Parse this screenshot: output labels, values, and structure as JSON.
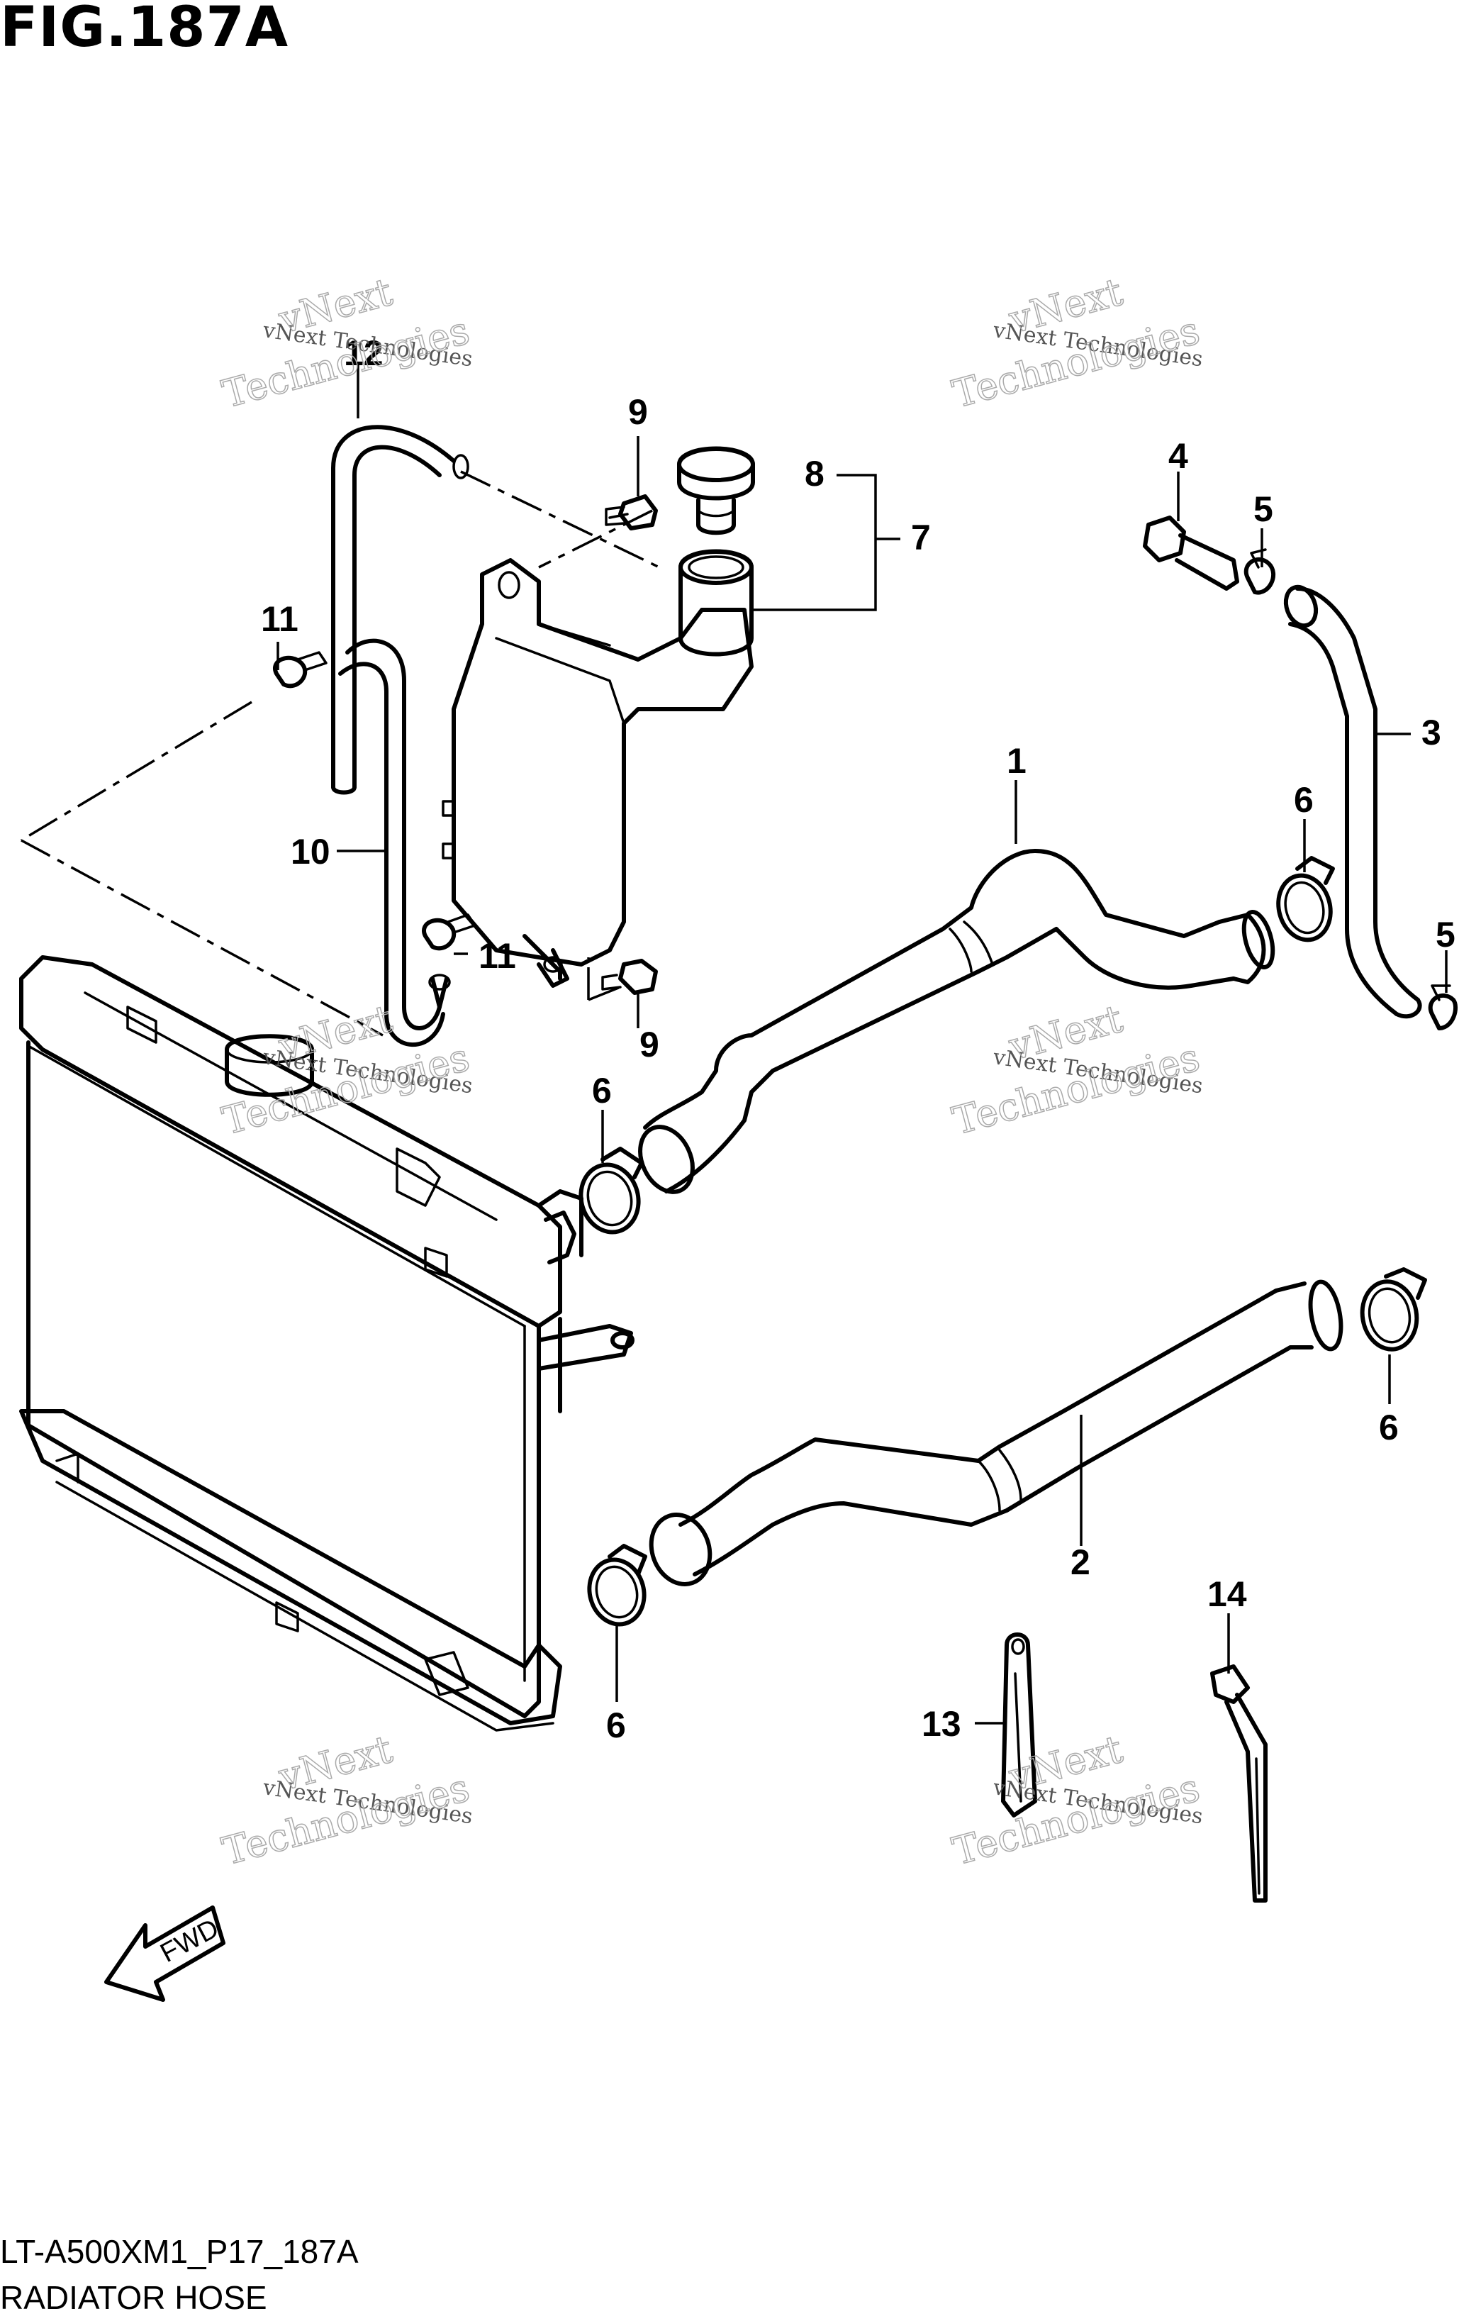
{
  "figure_title": "FIG.187A",
  "model_code": "LT-A500XM1_P17_187A",
  "caption": "RADIATOR HOSE",
  "fwd_label": "FWD",
  "watermark": {
    "line1": "vNext Technologies",
    "line2a": "vNext",
    "line2b": "Technologies"
  },
  "callouts": {
    "c1": "1",
    "c2": "2",
    "c3": "3",
    "c4": "4",
    "c5a": "5",
    "c5b": "5",
    "c6a": "6",
    "c6b": "6",
    "c6c": "6",
    "c6d": "6",
    "c7": "7",
    "c8": "8",
    "c9a": "9",
    "c9b": "9",
    "c10": "10",
    "c11a": "11",
    "c11b": "11",
    "c12": "12",
    "c13": "13",
    "c14": "14"
  }
}
